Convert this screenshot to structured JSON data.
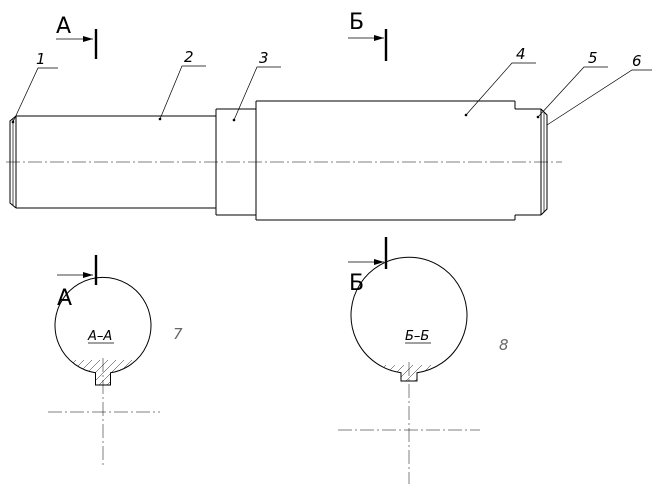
{
  "section_marks": {
    "a_top": "А",
    "a_bottom": "А",
    "b_top": "Б",
    "b_bottom": "Б"
  },
  "part_numbers": [
    "1",
    "2",
    "3",
    "4",
    "5",
    "6"
  ],
  "section_views": [
    {
      "title": "А–А",
      "number": "7"
    },
    {
      "title": "Б–Б",
      "number": "8"
    }
  ]
}
